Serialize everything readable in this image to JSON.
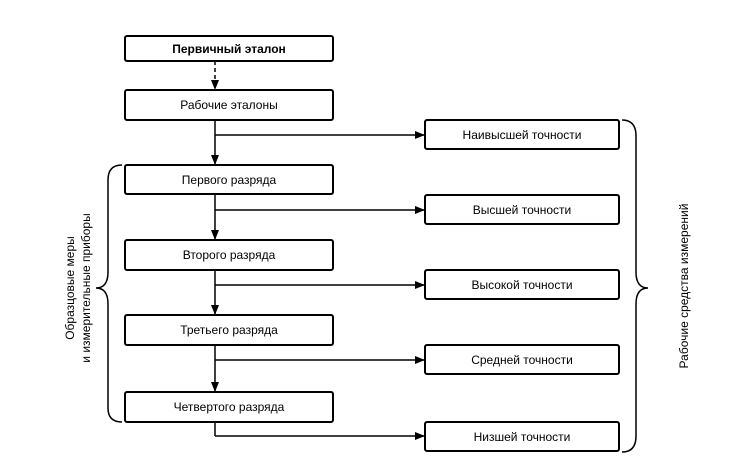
{
  "primary_standard": "Первичный эталон",
  "working_standards": "Рабочие эталоны",
  "grades": [
    "Первого разряда",
    "Второго разряда",
    "Третьего разряда",
    "Четвертого разряда"
  ],
  "precision_levels": [
    "Наивысшей точности",
    "Высшей точности",
    "Высокой точности",
    "Средней точности",
    "Низшей точности"
  ],
  "left_group_label": {
    "line1": "Образцовые меры",
    "line2": "и измерительные приборы"
  },
  "right_group_label": "Рабочие средства измерений"
}
